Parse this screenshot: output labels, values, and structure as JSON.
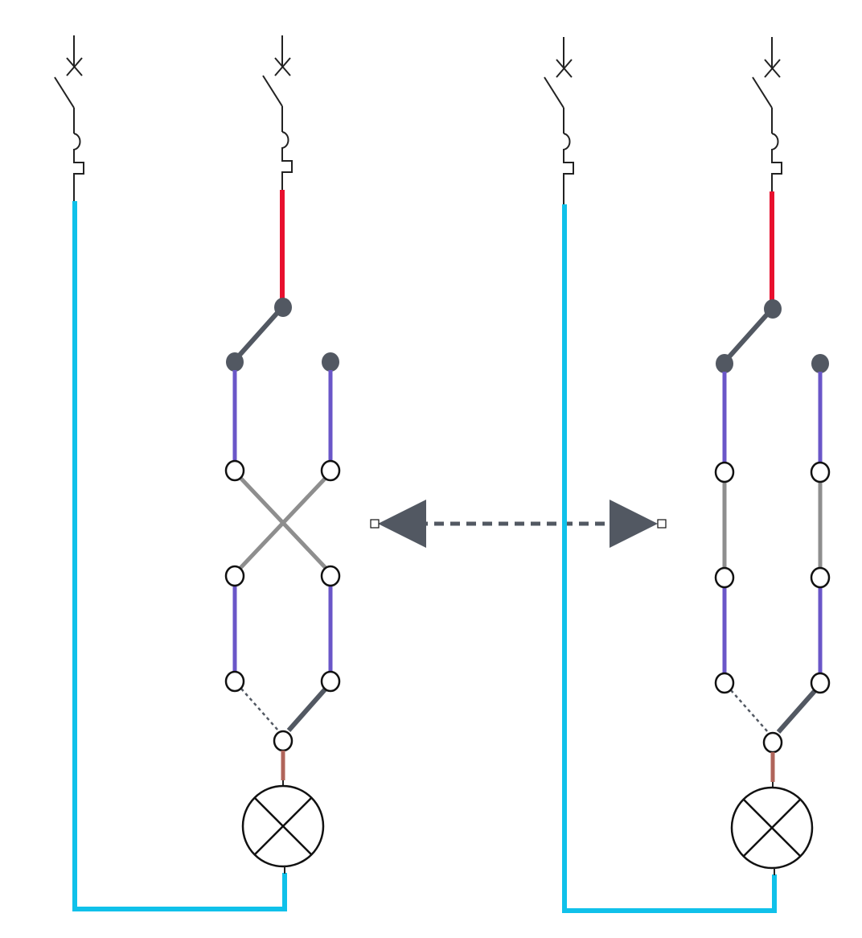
{
  "diagram": {
    "type": "two-way lighting switch circuit comparison",
    "circuits": [
      {
        "id": "left",
        "state": "crossed (intermediate switch crossed)"
      },
      {
        "id": "right",
        "state": "straight (intermediate switch straight)"
      }
    ],
    "connector": {
      "style": "dashed",
      "arrows": "both-ends"
    },
    "colors": {
      "neutral": "#10C1EA",
      "phase": "#E8102E",
      "traveler": "#6A56C8",
      "intermediate_link": "#8E8E8E",
      "switch_lever": "#525862",
      "lamp_lead": "#B0645A",
      "symbol_stroke": "#222222",
      "background": "#ffffff"
    },
    "icons": {
      "breaker": "circuit-breaker-icon",
      "fuse": "fuse-icon",
      "lamp": "lamp-icon"
    }
  }
}
